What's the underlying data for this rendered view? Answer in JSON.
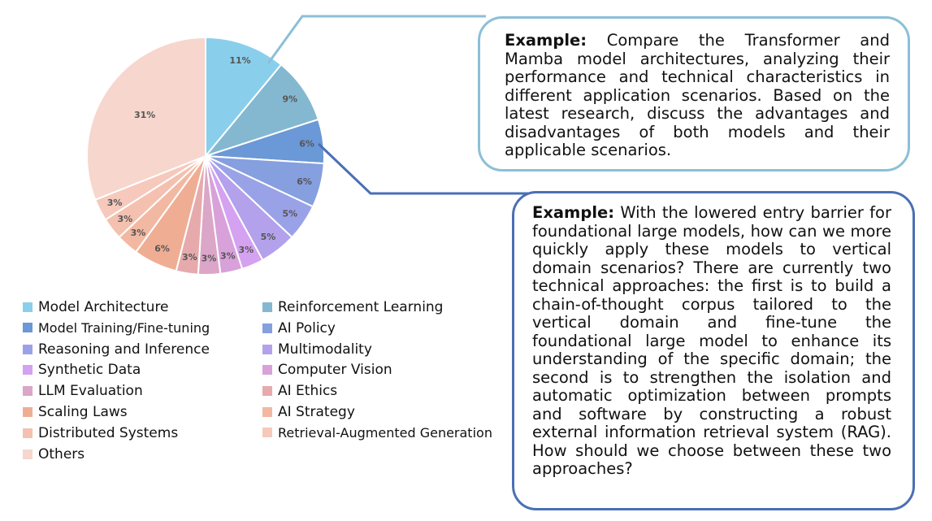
{
  "chart_data": {
    "type": "pie",
    "start_angle_deg": 0,
    "direction": "clockwise",
    "slices": [
      {
        "label": "Model Architecture",
        "value": 11,
        "display": "11%",
        "color": "#89cfec"
      },
      {
        "label": "Reinforcement Learning",
        "value": 9,
        "display": "9%",
        "color": "#83b8d0"
      },
      {
        "label": "Model Training/Fine-tuning",
        "value": 6,
        "display": "6%",
        "color": "#6b98d6"
      },
      {
        "label": "AI Policy",
        "value": 6,
        "display": "6%",
        "color": "#859fdf"
      },
      {
        "label": "Reasoning and Inference",
        "value": 5,
        "display": "5%",
        "color": "#9aa2e7"
      },
      {
        "label": "Multimodality",
        "value": 5,
        "display": "5%",
        "color": "#b3a1ec"
      },
      {
        "label": "Synthetic Data",
        "value": 3,
        "display": "3%",
        "color": "#d5a1f1"
      },
      {
        "label": "Computer Vision",
        "value": 3,
        "display": "3%",
        "color": "#d8a1da"
      },
      {
        "label": "LLM Evaluation",
        "value": 3,
        "display": "3%",
        "color": "#dba6c7"
      },
      {
        "label": "AI Ethics",
        "value": 3,
        "display": "3%",
        "color": "#e6aaad"
      },
      {
        "label": "Scaling Laws",
        "value": 6,
        "display": "6%",
        "color": "#efae94"
      },
      {
        "label": "AI Strategy",
        "value": 3,
        "display": "3%",
        "color": "#f3b8a2"
      },
      {
        "label": "Distributed Systems",
        "value": 3,
        "display": "3%",
        "color": "#f4c1b0"
      },
      {
        "label": "Retrieval-Augmented Generation",
        "value": 3,
        "display": "3%",
        "color": "#f6c9bc"
      },
      {
        "label": "Others",
        "value": 31,
        "display": "31%",
        "color": "#f7d6cd"
      }
    ],
    "legend": {
      "placement": "bottom",
      "columns": 2,
      "column1": [
        "Model Architecture",
        "Model Training/Fine-tuning",
        "Reasoning and Inference",
        "Synthetic Data",
        "LLM Evaluation",
        "Scaling Laws",
        "Distributed Systems",
        "Others"
      ],
      "column2": [
        "Reinforcement Learning",
        "AI Policy",
        "Multimodality",
        "Computer Vision",
        "AI Ethics",
        "AI Strategy",
        "Retrieval-Augmented Generation"
      ]
    }
  },
  "callouts": [
    {
      "label": "Example:",
      "text": "Compare the Transformer and Mamba model architectures, analyzing their performance and technical characteristics in different application scenarios. Based on the latest research, discuss the advantages and disadvantages of both models and their applicable scenarios.",
      "linked_slice": "Model Architecture",
      "border_color": "#8cbfd7"
    },
    {
      "label": "Example:",
      "text": "With the lowered entry barrier for foundational large models, how can we more quickly apply these models to vertical domain scenarios? There are currently two technical approaches: the first is to build a chain-of-thought corpus tailored to the vertical domain and fine-tune the foundational large model to enhance its understanding of the specific domain; the second is to strengthen the isolation and automatic optimization between prompts and software by constructing a robust external information retrieval system (RAG). How should we choose between these two approaches?",
      "linked_slice": "Model Training/Fine-tuning",
      "border_color": "#4a6fb5"
    }
  ]
}
